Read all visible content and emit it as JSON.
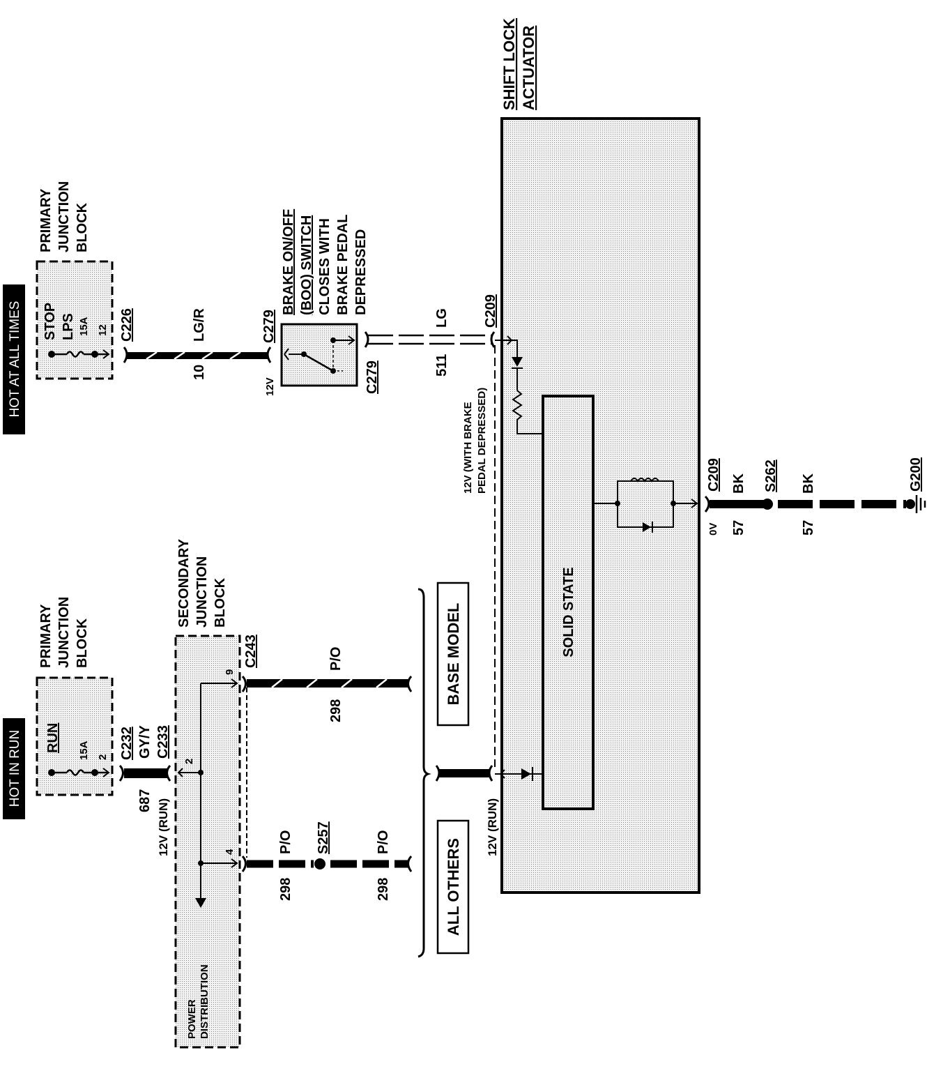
{
  "source_labels": {
    "hot_at_all_times": "HOT AT ALL TIMES",
    "hot_in_run": "HOT IN RUN"
  },
  "primary_jb_top": {
    "title_l1": "PRIMARY",
    "title_l2": "JUNCTION",
    "title_l3": "BLOCK",
    "fuse_l1": "STOP",
    "fuse_l2": "LPS",
    "fuse_rating": "15A",
    "pin": "12",
    "connector": "C226"
  },
  "brake_wire": {
    "color": "LG/R",
    "circuit": "10",
    "connector_in": "C279",
    "voltage": "12V"
  },
  "brake_switch": {
    "l1": "BRAKE ON/OFF",
    "l2": "(BOO) SWITCH",
    "l3": "CLOSES WITH",
    "l4": "BRAKE PEDAL",
    "l5": "DEPRESSED",
    "connector_out": "C279"
  },
  "switch_out_wire": {
    "color": "LG",
    "circuit": "511",
    "connector": "C209",
    "voltage_l1": "12V (WITH BRAKE",
    "voltage_l2": "PEDAL DEPRESSED)"
  },
  "actuator": {
    "title_l1": "SHIFT LOCK",
    "title_l2": "ACTUATOR",
    "module": "SOLID STATE"
  },
  "ground_path": {
    "connector": "C209",
    "color1": "BK",
    "voltage": "0V",
    "circuit1": "57",
    "splice": "S262",
    "color2": "BK",
    "circuit2": "57",
    "ground": "G200"
  },
  "primary_jb_run": {
    "title_l1": "PRIMARY",
    "title_l2": "JUNCTION",
    "title_l3": "BLOCK",
    "fuse": "RUN",
    "fuse_rating": "15A",
    "pin": "2",
    "connector": "C232"
  },
  "run_wire": {
    "color": "GY/Y",
    "connector": "C233",
    "circuit": "687",
    "voltage": "12V (RUN)"
  },
  "secondary_jb": {
    "title_l1": "SECONDARY",
    "title_l2": "JUNCTION",
    "title_l3": "BLOCK",
    "pin_in": "2",
    "pin_a": "9",
    "pin_b": "4",
    "connector": "C243",
    "power_l1": "POWER",
    "power_l2": "DISTRIBUTION"
  },
  "base_model_wire": {
    "color": "P/O",
    "circuit": "298",
    "label": "BASE MODEL"
  },
  "others_wire": {
    "color1": "P/O",
    "circuit1": "298",
    "splice": "S257",
    "color2": "P/O",
    "circuit2": "298",
    "label": "ALL OTHERS"
  },
  "run_input": {
    "voltage": "12V (RUN)"
  }
}
